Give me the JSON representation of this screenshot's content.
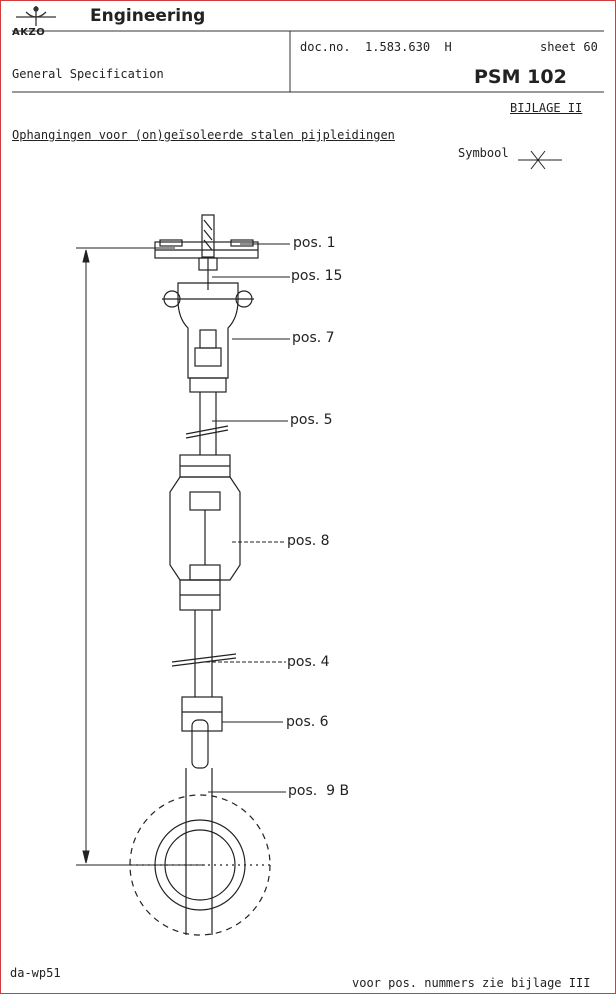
{
  "header": {
    "logo_text": "AKZO",
    "company_unit": "Engineering",
    "doc_label": "doc.no.",
    "doc_number": "1.583.630",
    "doc_rev": "H",
    "sheet": "sheet 60",
    "spec_type": "General Specification",
    "spec_code": "PSM 102"
  },
  "annex": "BIJLAGE II",
  "title": "Ophangingen voor (on)geïsoleerde stalen pijpleidingen",
  "symbol_label": "Symbool",
  "positions": [
    "pos. 1",
    "pos. 15",
    "pos. 7",
    "pos. 5",
    "pos. 8",
    "pos. 4",
    "pos. 6",
    "pos.  9 B"
  ],
  "footer": {
    "code": "da-wp51",
    "note": "voor pos. nummers zie bijlage III"
  }
}
